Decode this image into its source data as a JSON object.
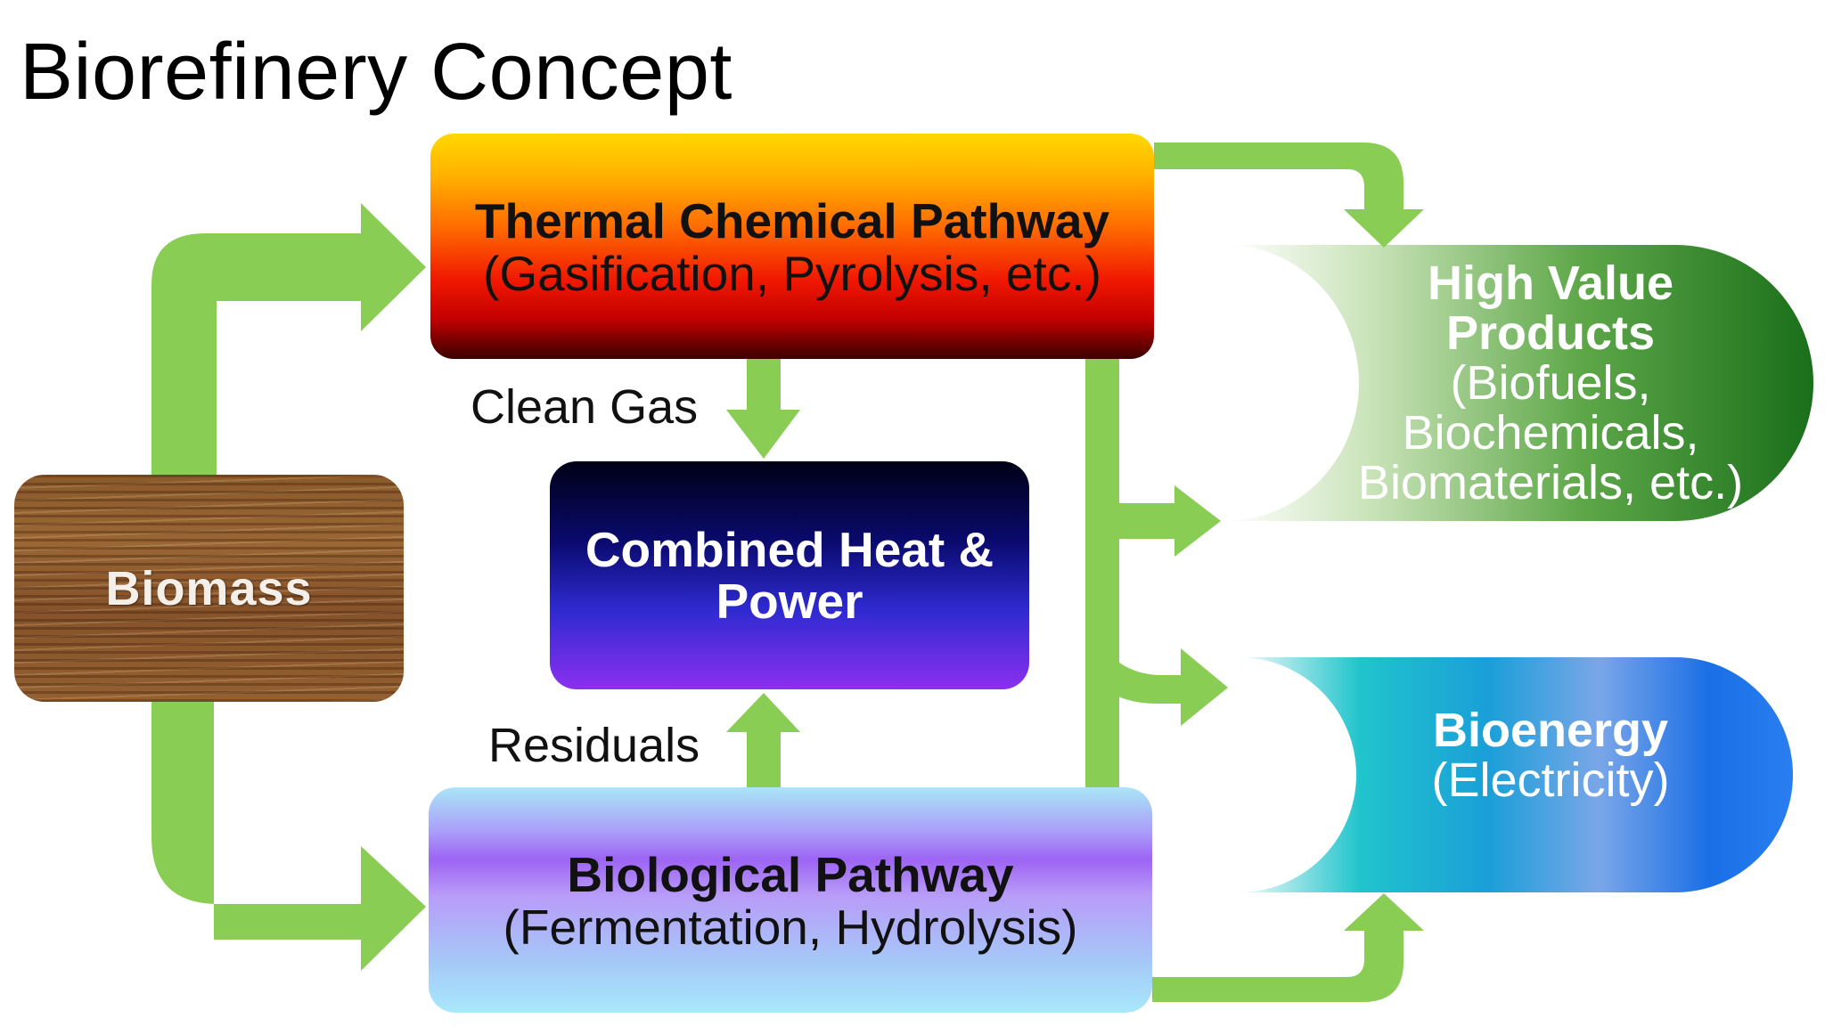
{
  "title": "Biorefinery Concept",
  "nodes": {
    "thermal": {
      "title": "Thermal Chemical Pathway",
      "subtitle": "(Gasification, Pyrolysis, etc.)"
    },
    "biological": {
      "title": "Biological Pathway",
      "subtitle": "(Fermentation, Hydrolysis)"
    },
    "chp": {
      "title_line1": "Combined Heat &",
      "title_line2": "Power"
    },
    "biomass": {
      "title": "Biomass"
    },
    "high_value": {
      "title_line1": "High Value",
      "title_line2": "Products",
      "detail_line1": "(Biofuels,",
      "detail_line2": "Biochemicals,",
      "detail_line3": "Biomaterials, etc.)"
    },
    "bioenergy": {
      "title": "Bioenergy",
      "subtitle": "(Electricity)"
    }
  },
  "edge_labels": {
    "clean_gas": "Clean Gas",
    "residuals": "Residuals"
  },
  "colors": {
    "arrow": "#8acd55",
    "high_value_dark": "#1f7a1f",
    "bioenergy_blue": "#1f74e8",
    "bioenergy_cyan": "#1cc7d6"
  }
}
